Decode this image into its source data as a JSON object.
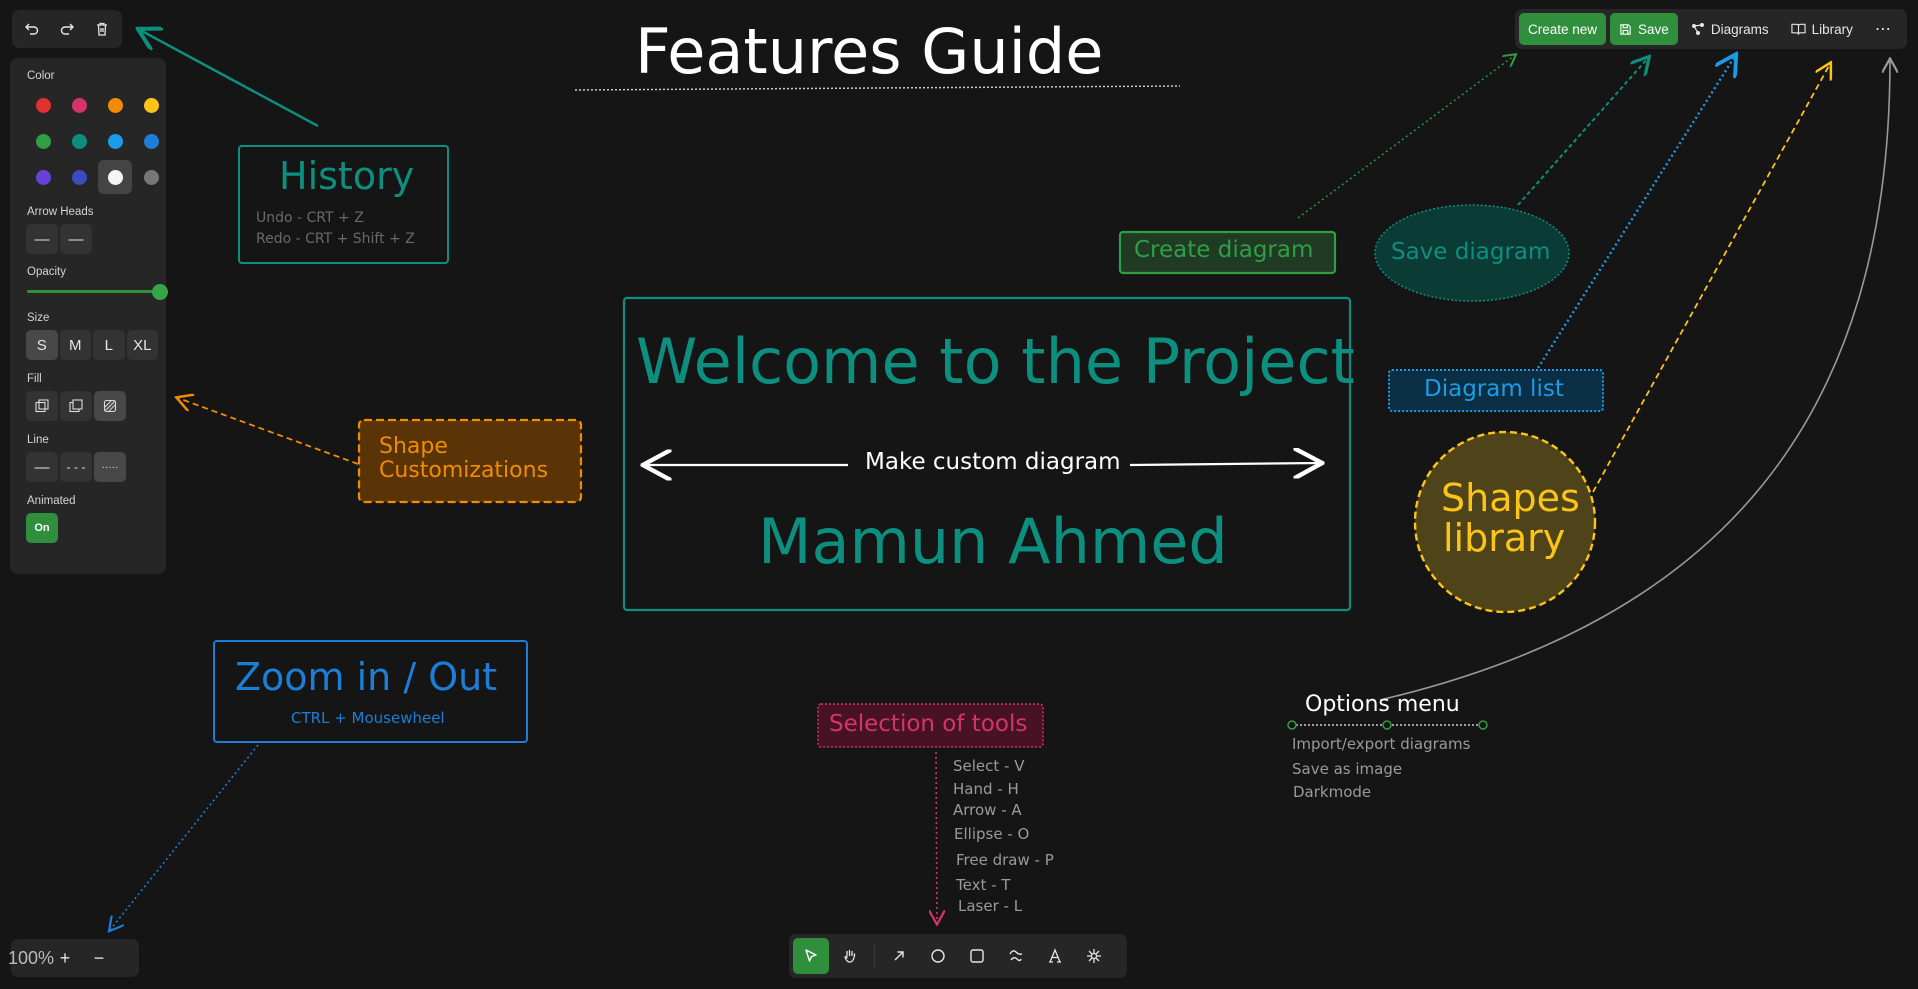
{
  "history_bar": {
    "undo_icon": "undo-icon",
    "redo_icon": "redo-icon",
    "delete_icon": "trash-icon"
  },
  "properties": {
    "color_label": "Color",
    "colors": [
      "#e03131",
      "#d6336c",
      "#f08c00",
      "#fcc419",
      "#2f9e44",
      "#0c8f7e",
      "#1c9be6",
      "#1c7ed6",
      "#6741d9",
      "#3b4cc0",
      "#f5f5f5",
      "#777777"
    ],
    "selected_color": 10,
    "arrowheads_label": "Arrow Heads",
    "opacity_label": "Opacity",
    "opacity_value": 1.0,
    "size_label": "Size",
    "sizes": [
      "S",
      "M",
      "L",
      "XL"
    ],
    "fill_label": "Fill",
    "line_label": "Line",
    "animated_label": "Animated",
    "animated_value": "On"
  },
  "topmenu": {
    "create_new": "Create new",
    "save": "Save",
    "diagrams": "Diagrams",
    "library": "Library",
    "more": "⋯"
  },
  "zoom": {
    "value": "100%",
    "plus": "+",
    "minus": "−"
  },
  "canvas": {
    "title": "Features Guide",
    "history_title": "History",
    "history_undo": "Undo - CRT + Z",
    "history_redo": "Redo - CRT + Shift + Z",
    "shape_custom_1": "Shape",
    "shape_custom_2": "Customizations",
    "welcome": "Welcome to the Project",
    "make_custom": "Make custom diagram",
    "author": "Mamun Ahmed",
    "create_diagram": "Create diagram",
    "save_diagram": "Save diagram",
    "diagram_list": "Diagram list",
    "shapes_library_1": "Shapes",
    "shapes_library_2": "library",
    "zoom_title": "Zoom in / Out",
    "zoom_hint": "CTRL + Mousewheel",
    "selection_tools": "Selection of tools",
    "tools_list": [
      "Select - V",
      "Hand - H",
      "Arrow - A",
      "Ellipse - O",
      "Free draw - P",
      "Text - T",
      "Laser - L"
    ],
    "options_title": "Options menu",
    "options_list": [
      "Import/export diagrams",
      "Save as image",
      "Darkmode"
    ]
  },
  "colors": {
    "accent_green": "#2f8f3d",
    "teal": "#0c8f7e",
    "blue": "#1c7ed6",
    "orange": "#f08c00",
    "yellow": "#fcc419",
    "pink": "#d6336c"
  }
}
